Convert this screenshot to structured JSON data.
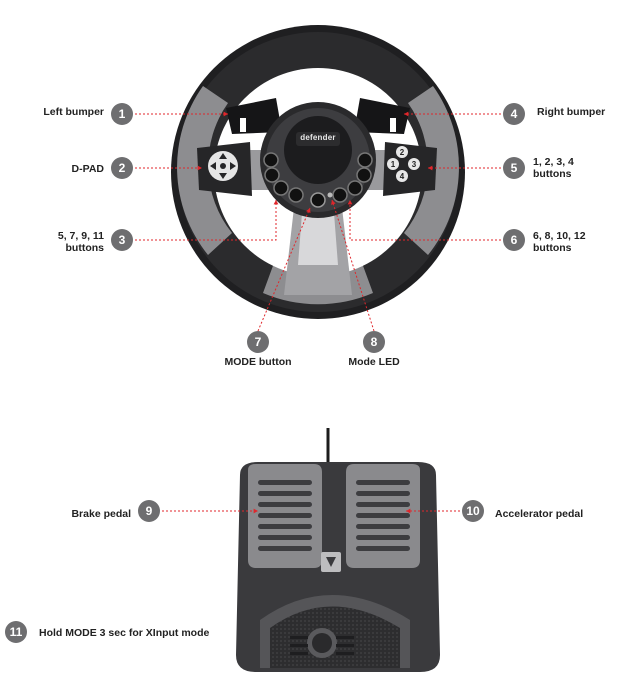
{
  "colors": {
    "callout_badge": "#6e6e70",
    "leader_line": "#e0262b",
    "wheel_rim_dark": "#2b2b2d",
    "wheel_rim_grey": "#8d8d90",
    "pedal_body": "#3a3a3d",
    "pedal_plate": "#8a8a8d"
  },
  "wheel": {
    "brand_label": "defender",
    "dpad_icon": "cross-dpad-icon",
    "face_buttons": [
      "1",
      "2",
      "3",
      "4"
    ]
  },
  "pedals": {
    "logo_icon": "defender-shield-icon"
  },
  "callouts": [
    {
      "num": "1",
      "label": "Left bumper"
    },
    {
      "num": "2",
      "label": "D-PAD"
    },
    {
      "num": "3",
      "label": "5, 7, 9, 11\nbuttons"
    },
    {
      "num": "4",
      "label": "Right bumper"
    },
    {
      "num": "5",
      "label": "1, 2, 3, 4\nbuttons"
    },
    {
      "num": "6",
      "label": "6, 8, 10, 12\nbuttons"
    },
    {
      "num": "7",
      "label": "MODE button"
    },
    {
      "num": "8",
      "label": "Mode LED"
    },
    {
      "num": "9",
      "label": "Brake pedal"
    },
    {
      "num": "10",
      "label": "Accelerator pedal"
    },
    {
      "num": "11",
      "label": "Hold MODE 3 sec for XInput mode"
    }
  ]
}
